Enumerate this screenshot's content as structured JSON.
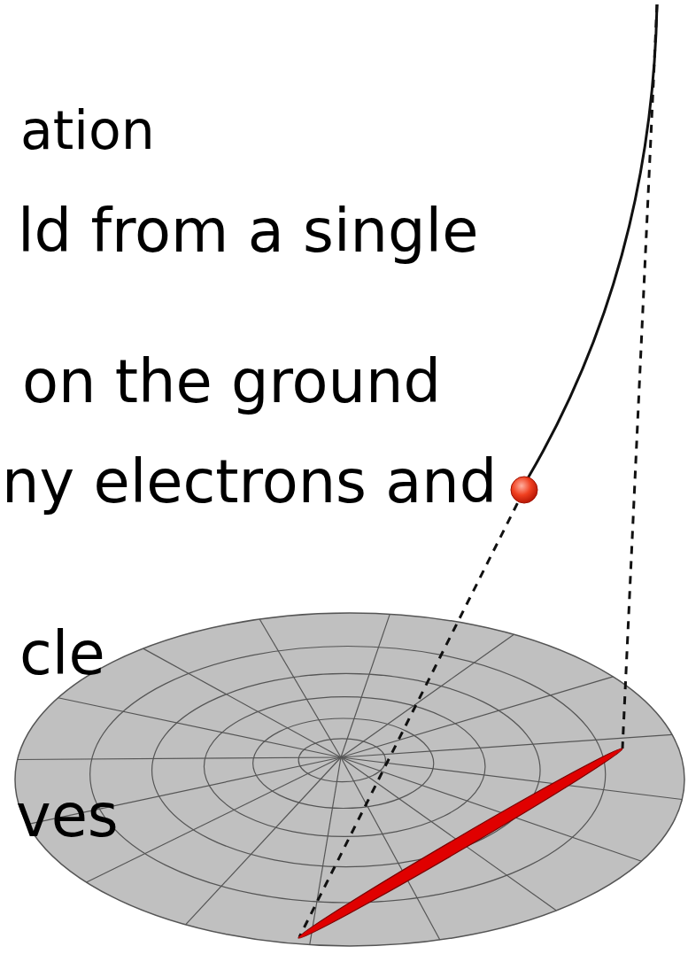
{
  "diagram": {
    "labels": [
      "ation",
      "ld from a single",
      "on the ground",
      "ny electrons and",
      "cle",
      "ves"
    ]
  }
}
